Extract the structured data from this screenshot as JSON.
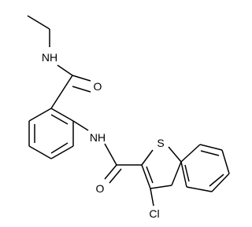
{
  "atoms": {
    "nh_top": "NH",
    "o_amide_top": "O",
    "nh_mid": "NH",
    "s_ring": "S",
    "o_amide_bottom": "O",
    "cl": "Cl"
  }
}
